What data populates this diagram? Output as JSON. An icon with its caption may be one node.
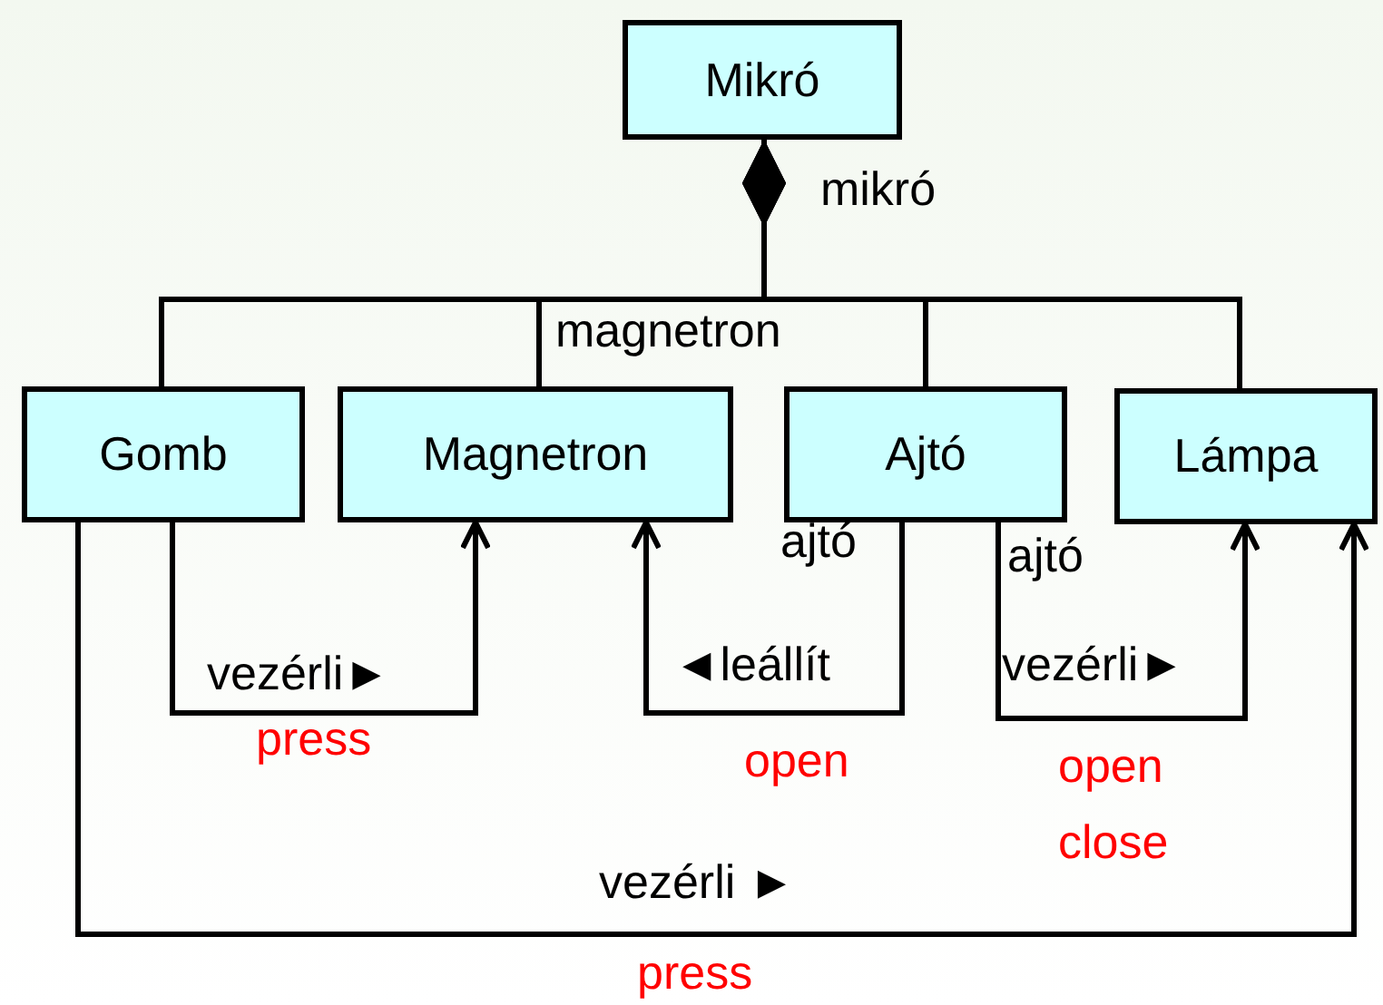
{
  "diagram": {
    "nodes": [
      {
        "text": [
          "Mikró"
        ]
      },
      {
        "text": [
          "Gomb"
        ]
      },
      {
        "text": [
          "Magnetron"
        ]
      },
      {
        "text": [
          "Ajtó"
        ]
      },
      {
        "text": [
          "Lámpa"
        ]
      }
    ],
    "edges": [
      {
        "from": 0,
        "to": 1,
        "arrow": "other"
      },
      {
        "from": 0,
        "to": 2,
        "arrow": "other",
        "label": "magnetron"
      },
      {
        "from": 0,
        "to": 3,
        "arrow": "other"
      },
      {
        "from": 0,
        "to": 4,
        "arrow": "other"
      },
      {
        "from": 1,
        "to": 2,
        "arrow": "to",
        "label": "vezérli►"
      },
      {
        "from": 3,
        "to": 2,
        "arrow": "to",
        "label": "◄leállít"
      },
      {
        "from": 3,
        "to": 4,
        "arrow": "to",
        "label": "vezérli►"
      },
      {
        "from": 1,
        "to": 4,
        "arrow": "to",
        "label": "vezérli ►"
      }
    ],
    "labels": [
      "mikró",
      "ajtó",
      "ajtó",
      "press",
      "open",
      "open close",
      "press"
    ]
  }
}
